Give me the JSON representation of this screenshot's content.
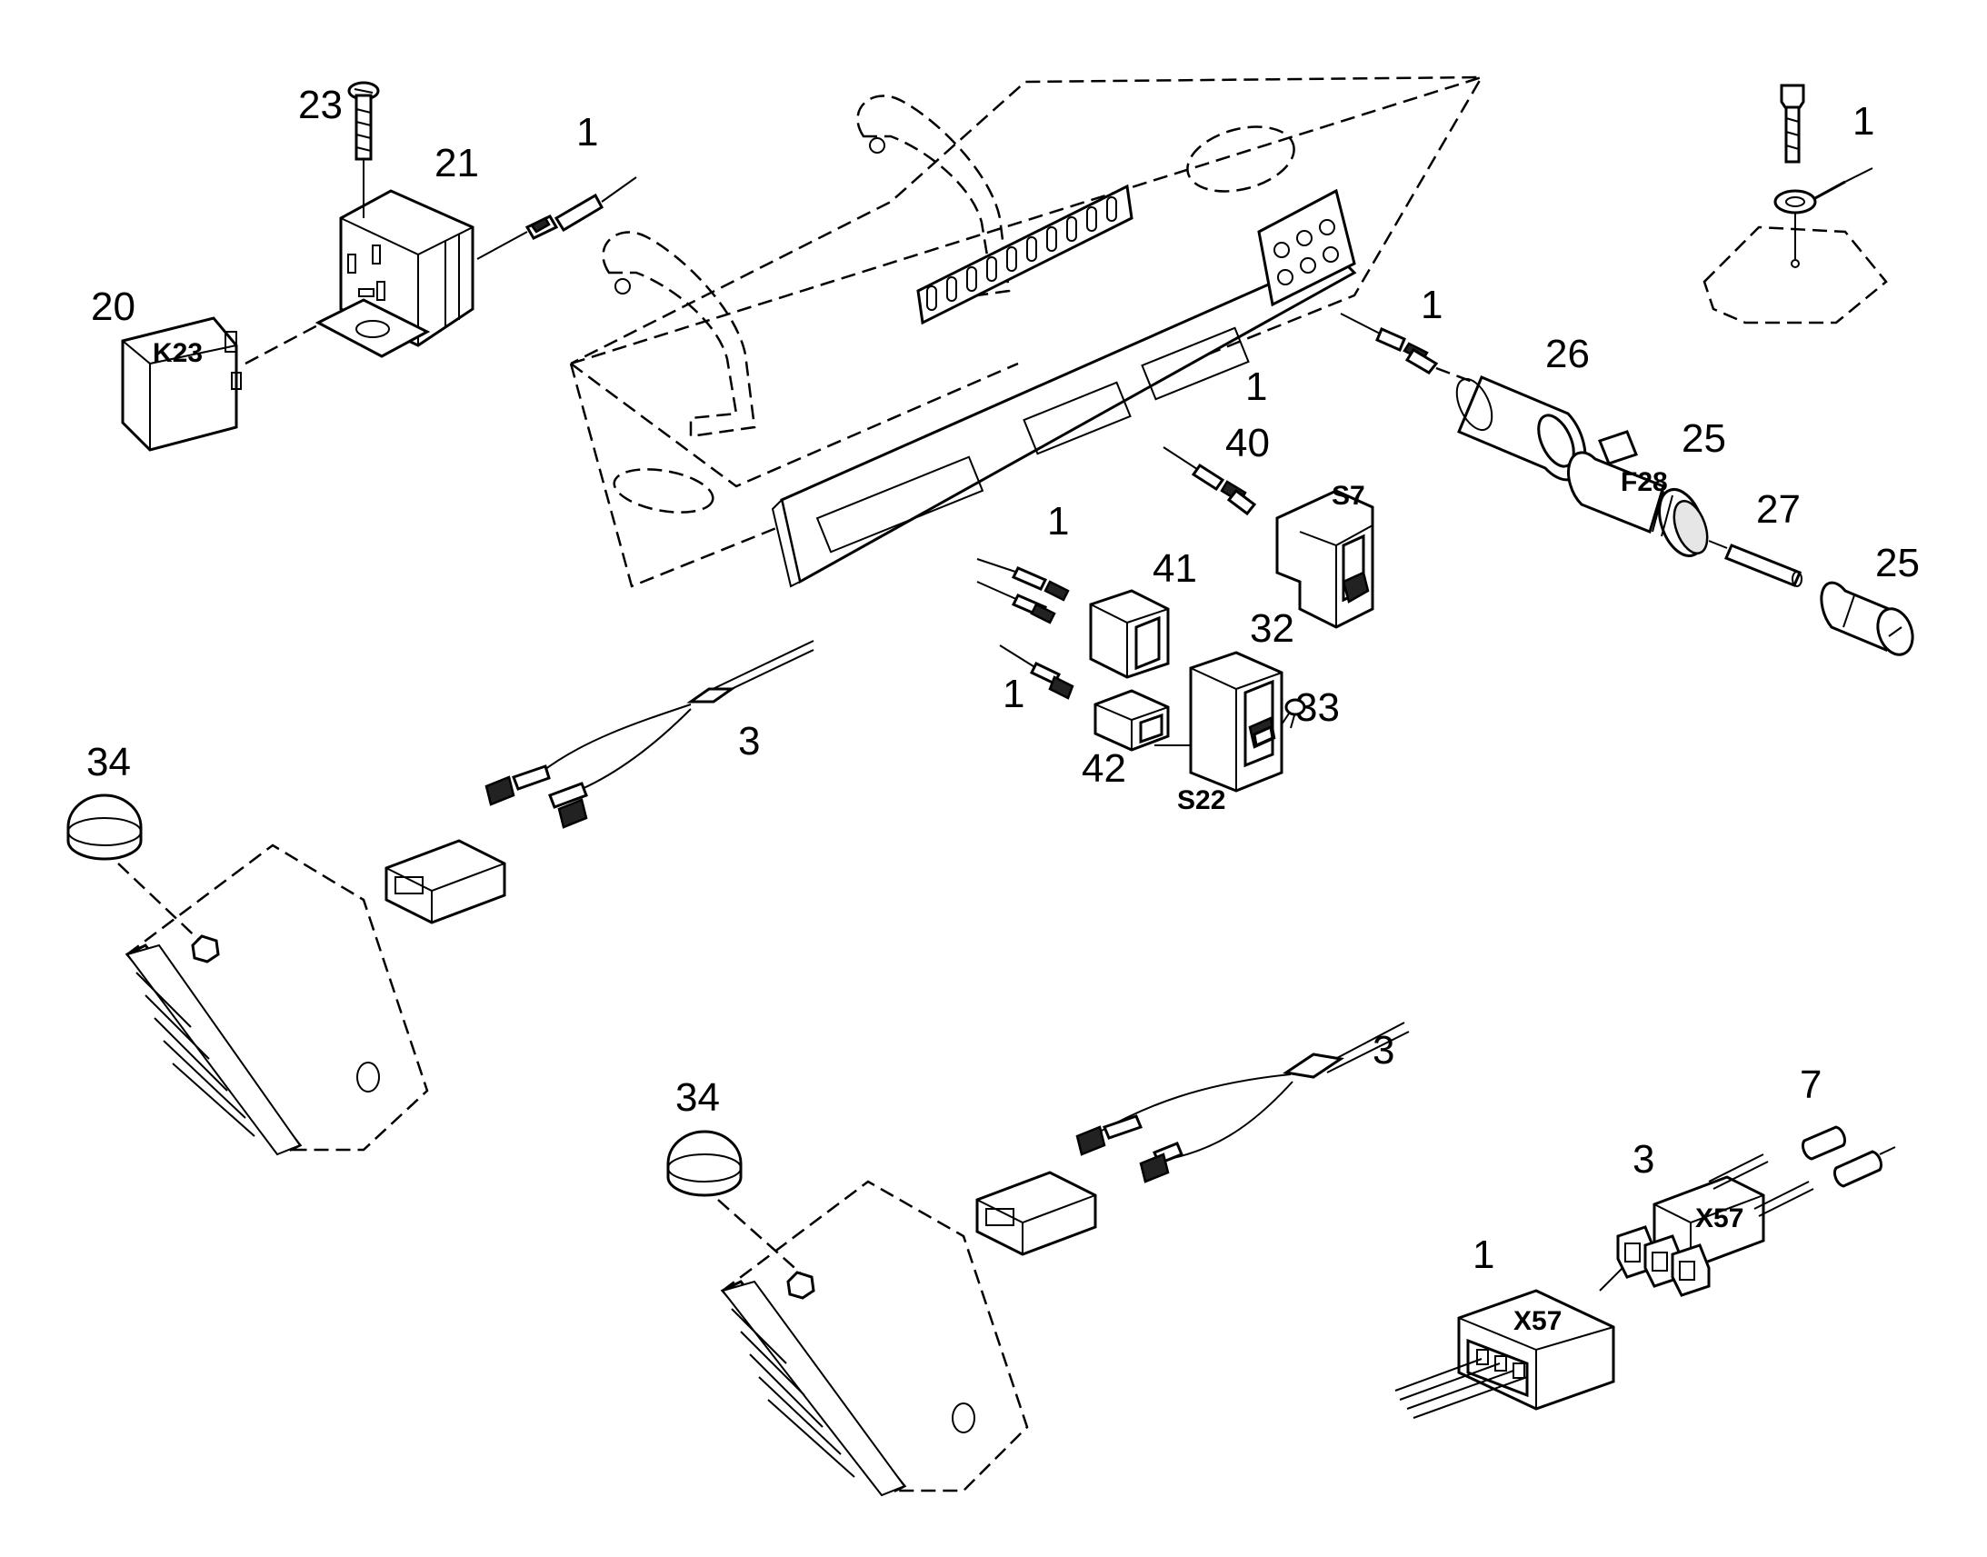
{
  "callouts": {
    "c23": "23",
    "c21": "21",
    "c1_relay": "1",
    "c20": "20",
    "c1_ring": "1",
    "c1_fuse": "1",
    "c26": "26",
    "c1_panel": "1",
    "c40": "40",
    "c25_holder": "25",
    "c1_left_a": "1",
    "c41": "41",
    "c27": "27",
    "c25_cap": "25",
    "c32": "32",
    "c1_left_b": "1",
    "c33": "33",
    "c42": "42",
    "c3_upper": "3",
    "c34_upper": "34",
    "c3_lower": "3",
    "c34_lower": "34",
    "c7": "7",
    "c3_conn": "3",
    "c1_conn": "1"
  },
  "tags": {
    "relay": "K23",
    "fuse": "F28",
    "switch_s7": "S7",
    "switch_s22": "S22",
    "connector_male": "X57",
    "connector_female": "X57"
  }
}
